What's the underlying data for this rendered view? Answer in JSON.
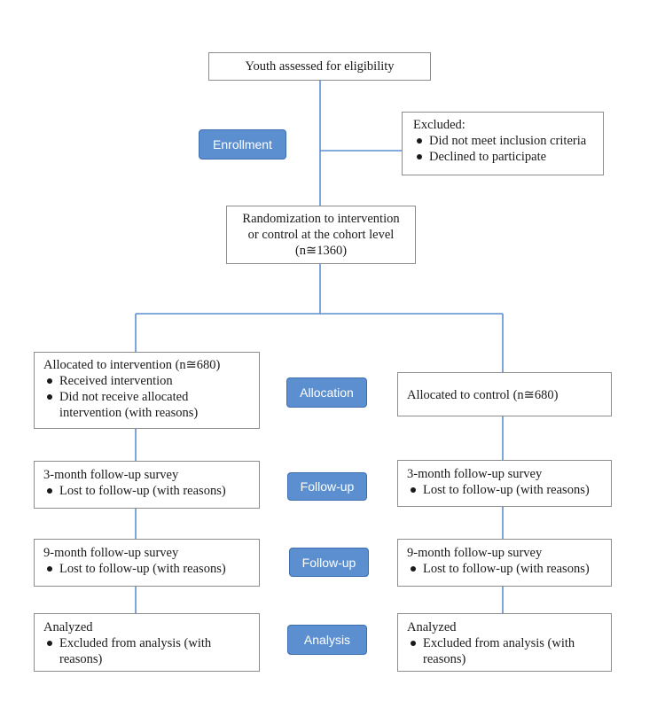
{
  "eligibility": {
    "title": "Youth assessed for eligibility"
  },
  "excluded": {
    "title": "Excluded:",
    "items": [
      "Did not meet inclusion criteria",
      "Declined to participate"
    ]
  },
  "randomization": {
    "line1": "Randomization to intervention",
    "line2": "or control at the cohort level",
    "line3": "(n≅1360)"
  },
  "intervention_arm": {
    "allocation": {
      "title": "Allocated to intervention (n≅680)",
      "items": [
        "Received intervention",
        "Did not receive allocated intervention (with reasons)"
      ]
    },
    "followup3": {
      "title": "3-month follow-up survey",
      "item": "Lost to follow-up (with reasons)"
    },
    "followup9": {
      "title": "9-month follow-up survey",
      "item": "Lost to follow-up (with reasons)"
    },
    "analysis": {
      "title": "Analyzed",
      "item": "Excluded from analysis (with reasons)"
    }
  },
  "control_arm": {
    "allocation": {
      "title": "Allocated to control (n≅680)"
    },
    "followup3": {
      "title": "3-month follow-up survey",
      "item": "Lost to follow-up (with reasons)"
    },
    "followup9": {
      "title": "9-month follow-up survey",
      "item": "Lost to follow-up (with reasons)"
    },
    "analysis": {
      "title": "Analyzed",
      "item": "Excluded from analysis (with reasons)"
    }
  },
  "stage_labels": {
    "enrollment": "Enrollment",
    "allocation": "Allocation",
    "followup_1": "Follow-up",
    "followup_2": "Follow-up",
    "analysis": "Analysis"
  },
  "colors": {
    "connector": "#5b8fd0",
    "label_fill": "#5b8fd0",
    "label_border": "#3d6fae",
    "box_border": "#8c8c8c"
  }
}
